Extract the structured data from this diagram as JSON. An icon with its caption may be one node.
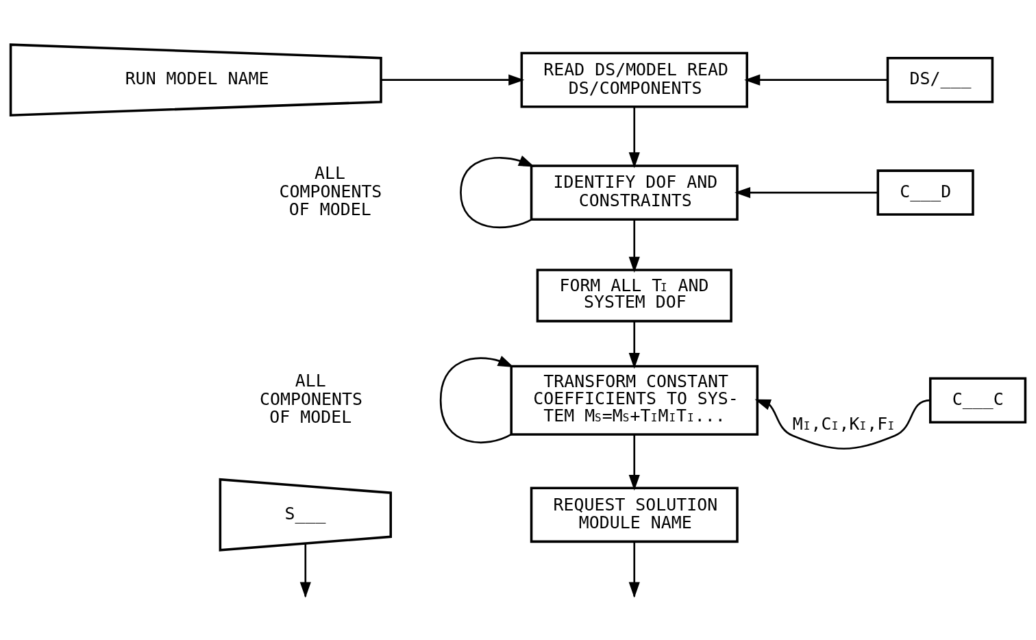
{
  "diagram": {
    "nodes": [
      {
        "text": [
          "RUN MODEL NAME"
        ]
      },
      {
        "text": [
          "READ DS/MODEL READ DS/COMPONENTS"
        ]
      },
      {
        "text": [
          "DS/___"
        ]
      },
      {
        "text": [
          "IDENTIFY DOF AND CONSTRAINTS"
        ]
      },
      {
        "text": [
          "C___D"
        ]
      },
      {
        "text": [
          "FORM ALL T$_{I}$ AND SYSTEM DOF"
        ]
      },
      {
        "text": [
          "TRANSFORM CONSTANT COEFFICIENTS TO SYS- TEM M$_{S}$=M$_{S}$+T$_{I}$M$_{I}$T$_{I}$..."
        ]
      },
      {
        "text": [
          "C___C"
        ]
      },
      {
        "text": [
          "REQUEST SOLUTION MODULE NAME"
        ]
      },
      {
        "text": [
          "S___"
        ]
      }
    ],
    "edges": [
      {
        "from": 0,
        "to": 1,
        "arrow": "to"
      },
      {
        "from": 2,
        "to": 1,
        "arrow": "to"
      },
      {
        "from": 1,
        "to": 3,
        "arrow": "to"
      },
      {
        "from": 3,
        "to": 3,
        "arrow": "to"
      },
      {
        "from": 4,
        "to": 3,
        "arrow": "to"
      },
      {
        "from": 3,
        "to": 5,
        "arrow": "to"
      },
      {
        "from": 5,
        "to": 6,
        "arrow": "to"
      },
      {
        "from": 6,
        "to": 6,
        "arrow": "to"
      },
      {
        "from": 7,
        "to": 6,
        "arrow": "to",
        "label": "M$_{I}$,C$_{I}$,K$_{I}$,F$_{I}$"
      },
      {
        "from": 6,
        "to": 8,
        "arrow": "to"
      },
      {
        "from": 8,
        "to": null,
        "arrow": "to"
      },
      {
        "from": 9,
        "to": null,
        "arrow": "to"
      }
    ],
    "labels": [
      "ALL COMPONENTS OF MODEL",
      "ALL COMPONENTS OF MODEL"
    ]
  }
}
